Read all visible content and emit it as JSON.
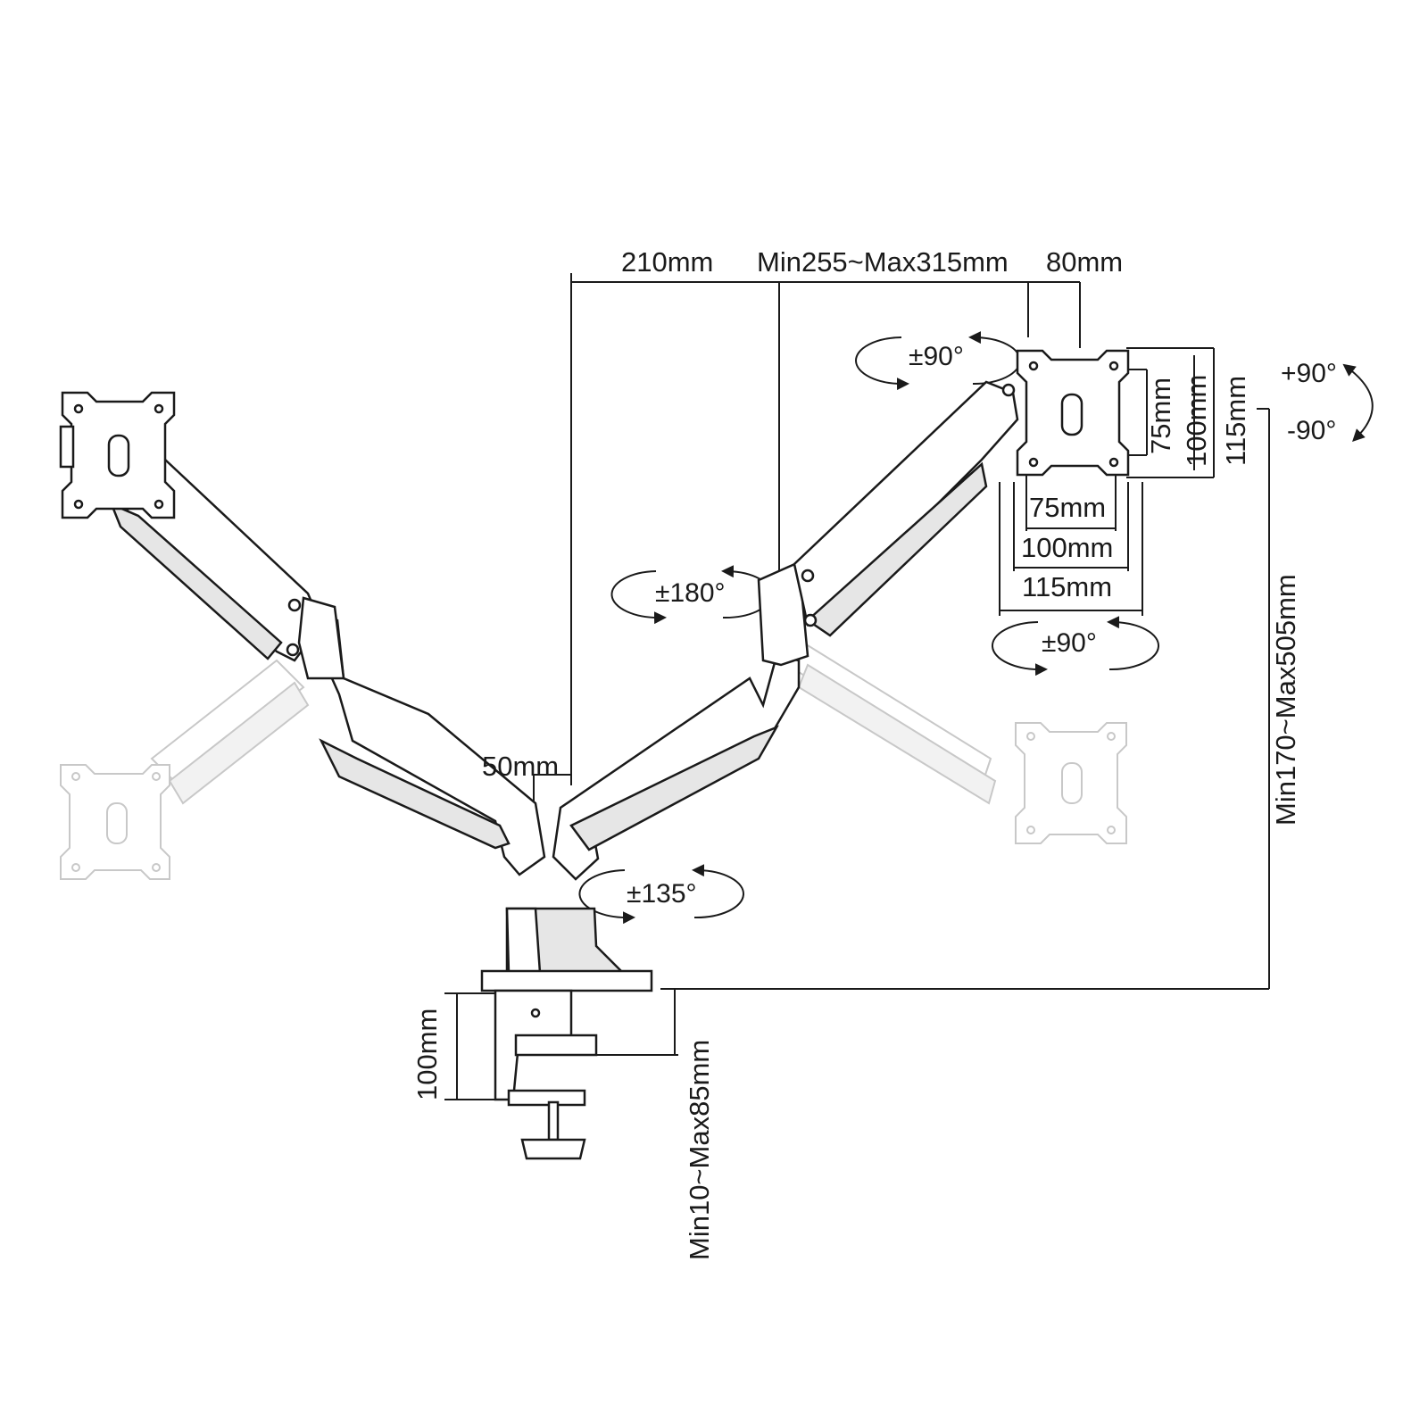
{
  "dimensions": {
    "d210": "210mm",
    "arm_range": "Min255~Max315mm",
    "d80": "80mm",
    "d50": "50mm",
    "vesa_h_75": "75mm",
    "vesa_h_100": "100mm",
    "vesa_h_115": "115mm",
    "vesa_v_75": "75mm",
    "vesa_v_100": "100mm",
    "vesa_v_115": "115mm",
    "height_range": "Min170~Max505mm",
    "clamp_height": "100mm",
    "desk_thickness": "Min10~Max85mm"
  },
  "angles": {
    "swivel_90_top": "±90°",
    "swivel_180": "±180°",
    "swivel_135": "±135°",
    "swivel_90_bottom": "±90°",
    "tilt_up": "+90°",
    "tilt_down": "-90°"
  },
  "colors": {
    "line": "#1a1a1a",
    "ghost": "#c8c8c8",
    "fill": "#ffffff"
  }
}
